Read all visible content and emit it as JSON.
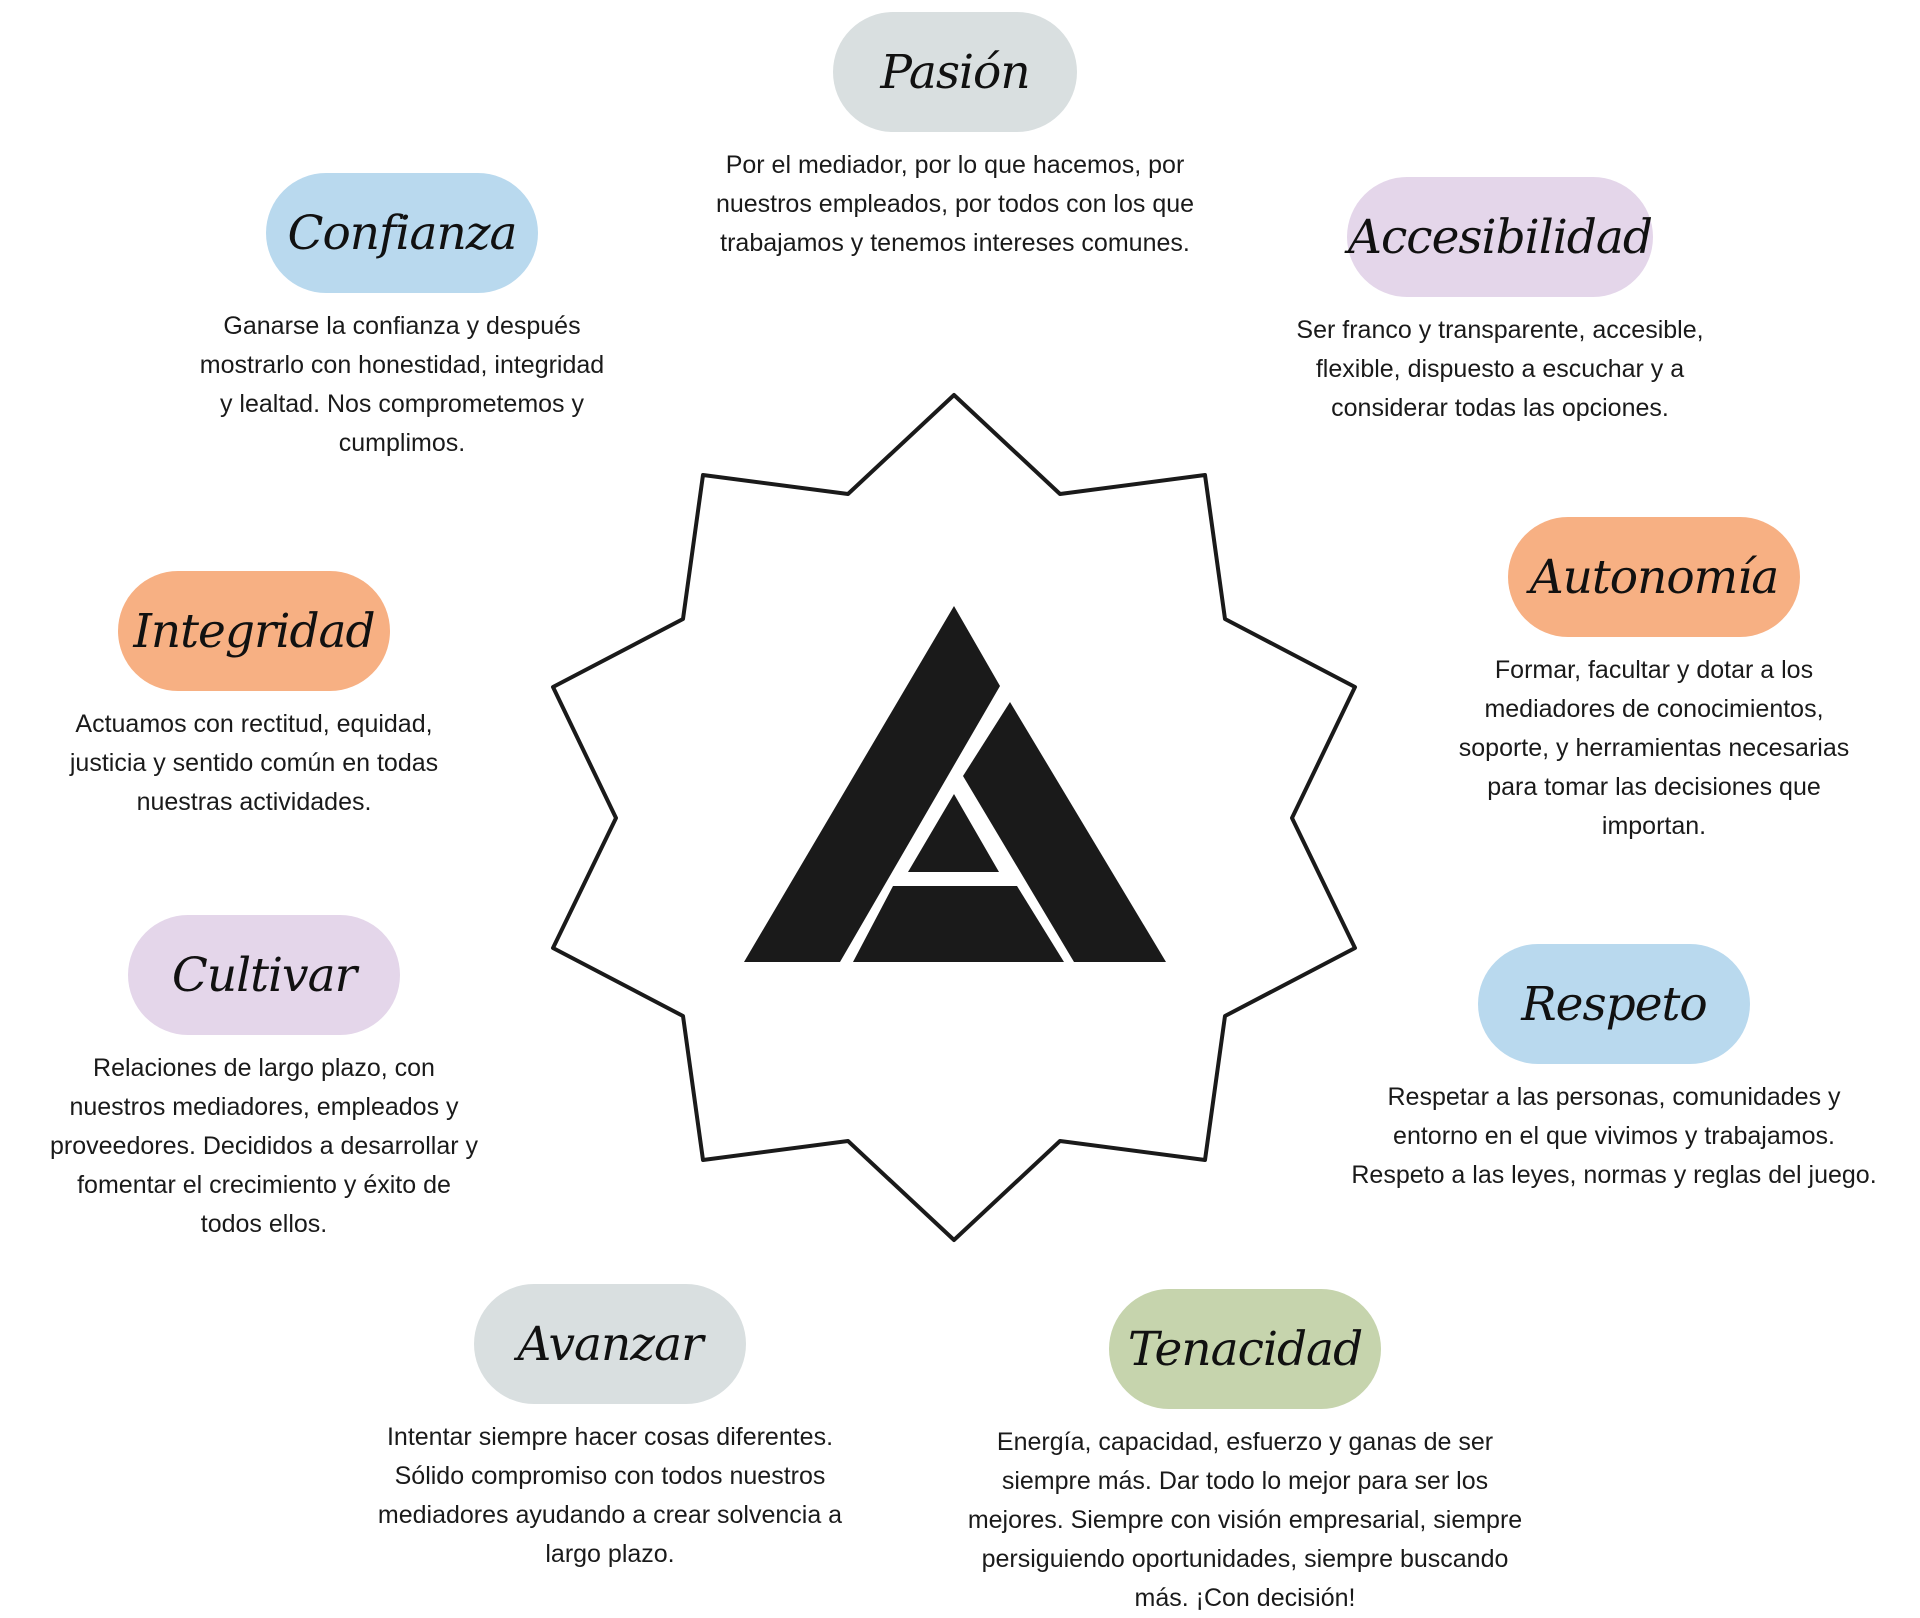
{
  "colors": {
    "gray": "#d9dfe0",
    "blue": "#b9d9ee",
    "purple": "#e4d6ea",
    "orange": "#f7b083",
    "green": "#c6d4ad",
    "outline": "#1a1a1a",
    "logo": "#1a1a1a"
  },
  "center_logo_icon": "a-triangle-logo-icon",
  "values": {
    "pasion": {
      "title": "Pasión",
      "text": "Por el mediador, por lo que hacemos, por\nnuestros empleados, por todos con los que\ntrabajamos y tenemos intereses comunes."
    },
    "confianza": {
      "title": "Confianza",
      "text": "Ganarse la confianza y después\nmostrarlo con honestidad, integridad\ny lealtad. Nos comprometemos y\ncumplimos."
    },
    "accesibilidad": {
      "title": "Accesibilidad",
      "text": "Ser franco y transparente, accesible,\nflexible, dispuesto a escuchar y a\nconsiderar todas las opciones."
    },
    "autonomia": {
      "title": "Autonomía",
      "text": "Formar, facultar y dotar a los\nmediadores de conocimientos,\nsoporte, y herramientas necesarias\npara tomar las decisiones que\nimportan."
    },
    "integridad": {
      "title": "Integridad",
      "text": "Actuamos con rectitud, equidad,\njusticia y sentido común en todas\nnuestras actividades."
    },
    "cultivar": {
      "title": "Cultivar",
      "text": "Relaciones de largo plazo, con\nnuestros mediadores, empleados y\nproveedores. Decididos a desarrollar y\nfomentar el crecimiento y éxito de\ntodos ellos."
    },
    "respeto": {
      "title": "Respeto",
      "text": "Respetar a las personas, comunidades y\nentorno en el que vivimos y trabajamos.\nRespeto a las leyes, normas y reglas del juego."
    },
    "avanzar": {
      "title": "Avanzar",
      "text": "Intentar siempre hacer cosas diferentes.\nSólido compromiso con todos nuestros\nmediadores ayudando a crear solvencia a\nlargo plazo."
    },
    "tenacidad": {
      "title": "Tenacidad",
      "text": "Energía, capacidad, esfuerzo y ganas de ser\nsiempre más. Dar todo lo mejor para ser los\nmejores. Siempre con visión empresarial, siempre\npersiguiendo oportunidades, siempre buscando\nmás. ¡Con decisión!"
    }
  }
}
